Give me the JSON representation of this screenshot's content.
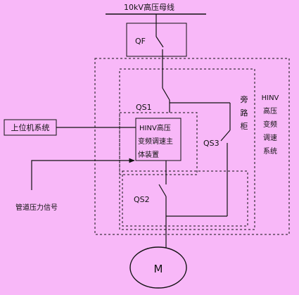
{
  "diagram": {
    "background": "#f8b8f8",
    "line_color": "#111111",
    "bus_label": "10kV高压母线",
    "breaker_label": "QF",
    "switch_qs1_label": "QS1",
    "switch_qs2_label": "QS2",
    "switch_qs3_label": "QS3",
    "host_system_label": "上位机系统",
    "main_unit_lines": [
      "HINV高压",
      "变频调速主",
      "体装置"
    ],
    "pressure_signal_label": "管道压力信号",
    "bypass_cabinet_chars": [
      "旁",
      "路",
      "柜"
    ],
    "system_title_chars": [
      "HINV",
      "高压",
      "变频",
      "调速",
      "系统"
    ],
    "motor_label": "M"
  }
}
